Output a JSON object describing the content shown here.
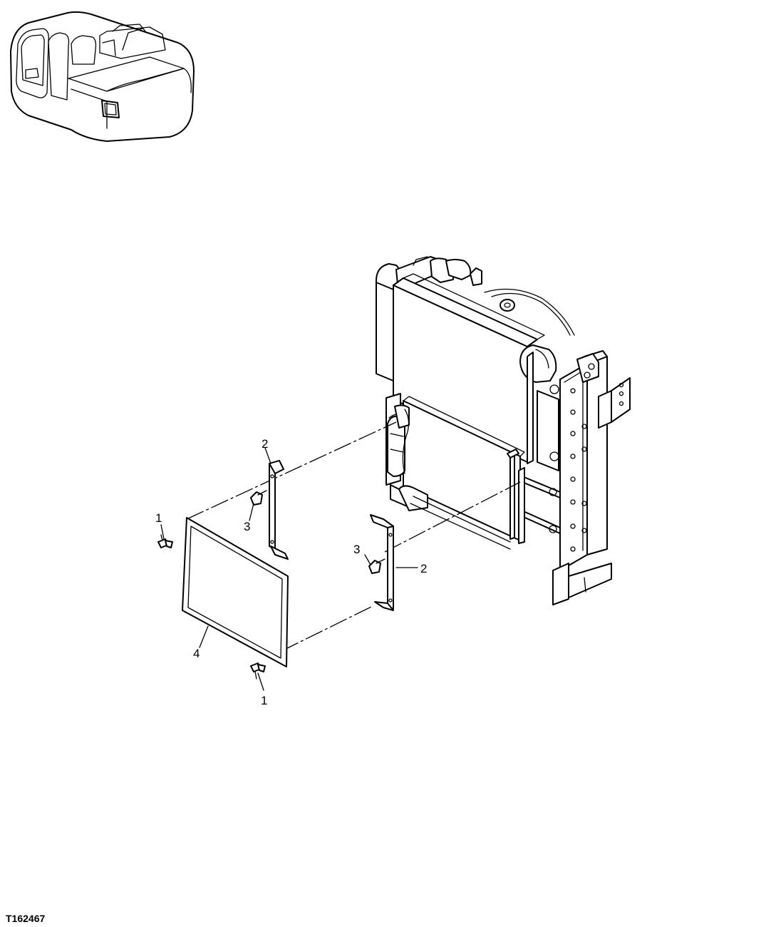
{
  "figure_id": "T162467",
  "callouts": [
    {
      "id": "callout-1a",
      "text": "1"
    },
    {
      "id": "callout-1b",
      "text": "1"
    },
    {
      "id": "callout-2a",
      "text": "2"
    },
    {
      "id": "callout-2b",
      "text": "2"
    },
    {
      "id": "callout-3a",
      "text": "3"
    },
    {
      "id": "callout-3b",
      "text": "3"
    },
    {
      "id": "callout-4",
      "text": "4"
    }
  ]
}
